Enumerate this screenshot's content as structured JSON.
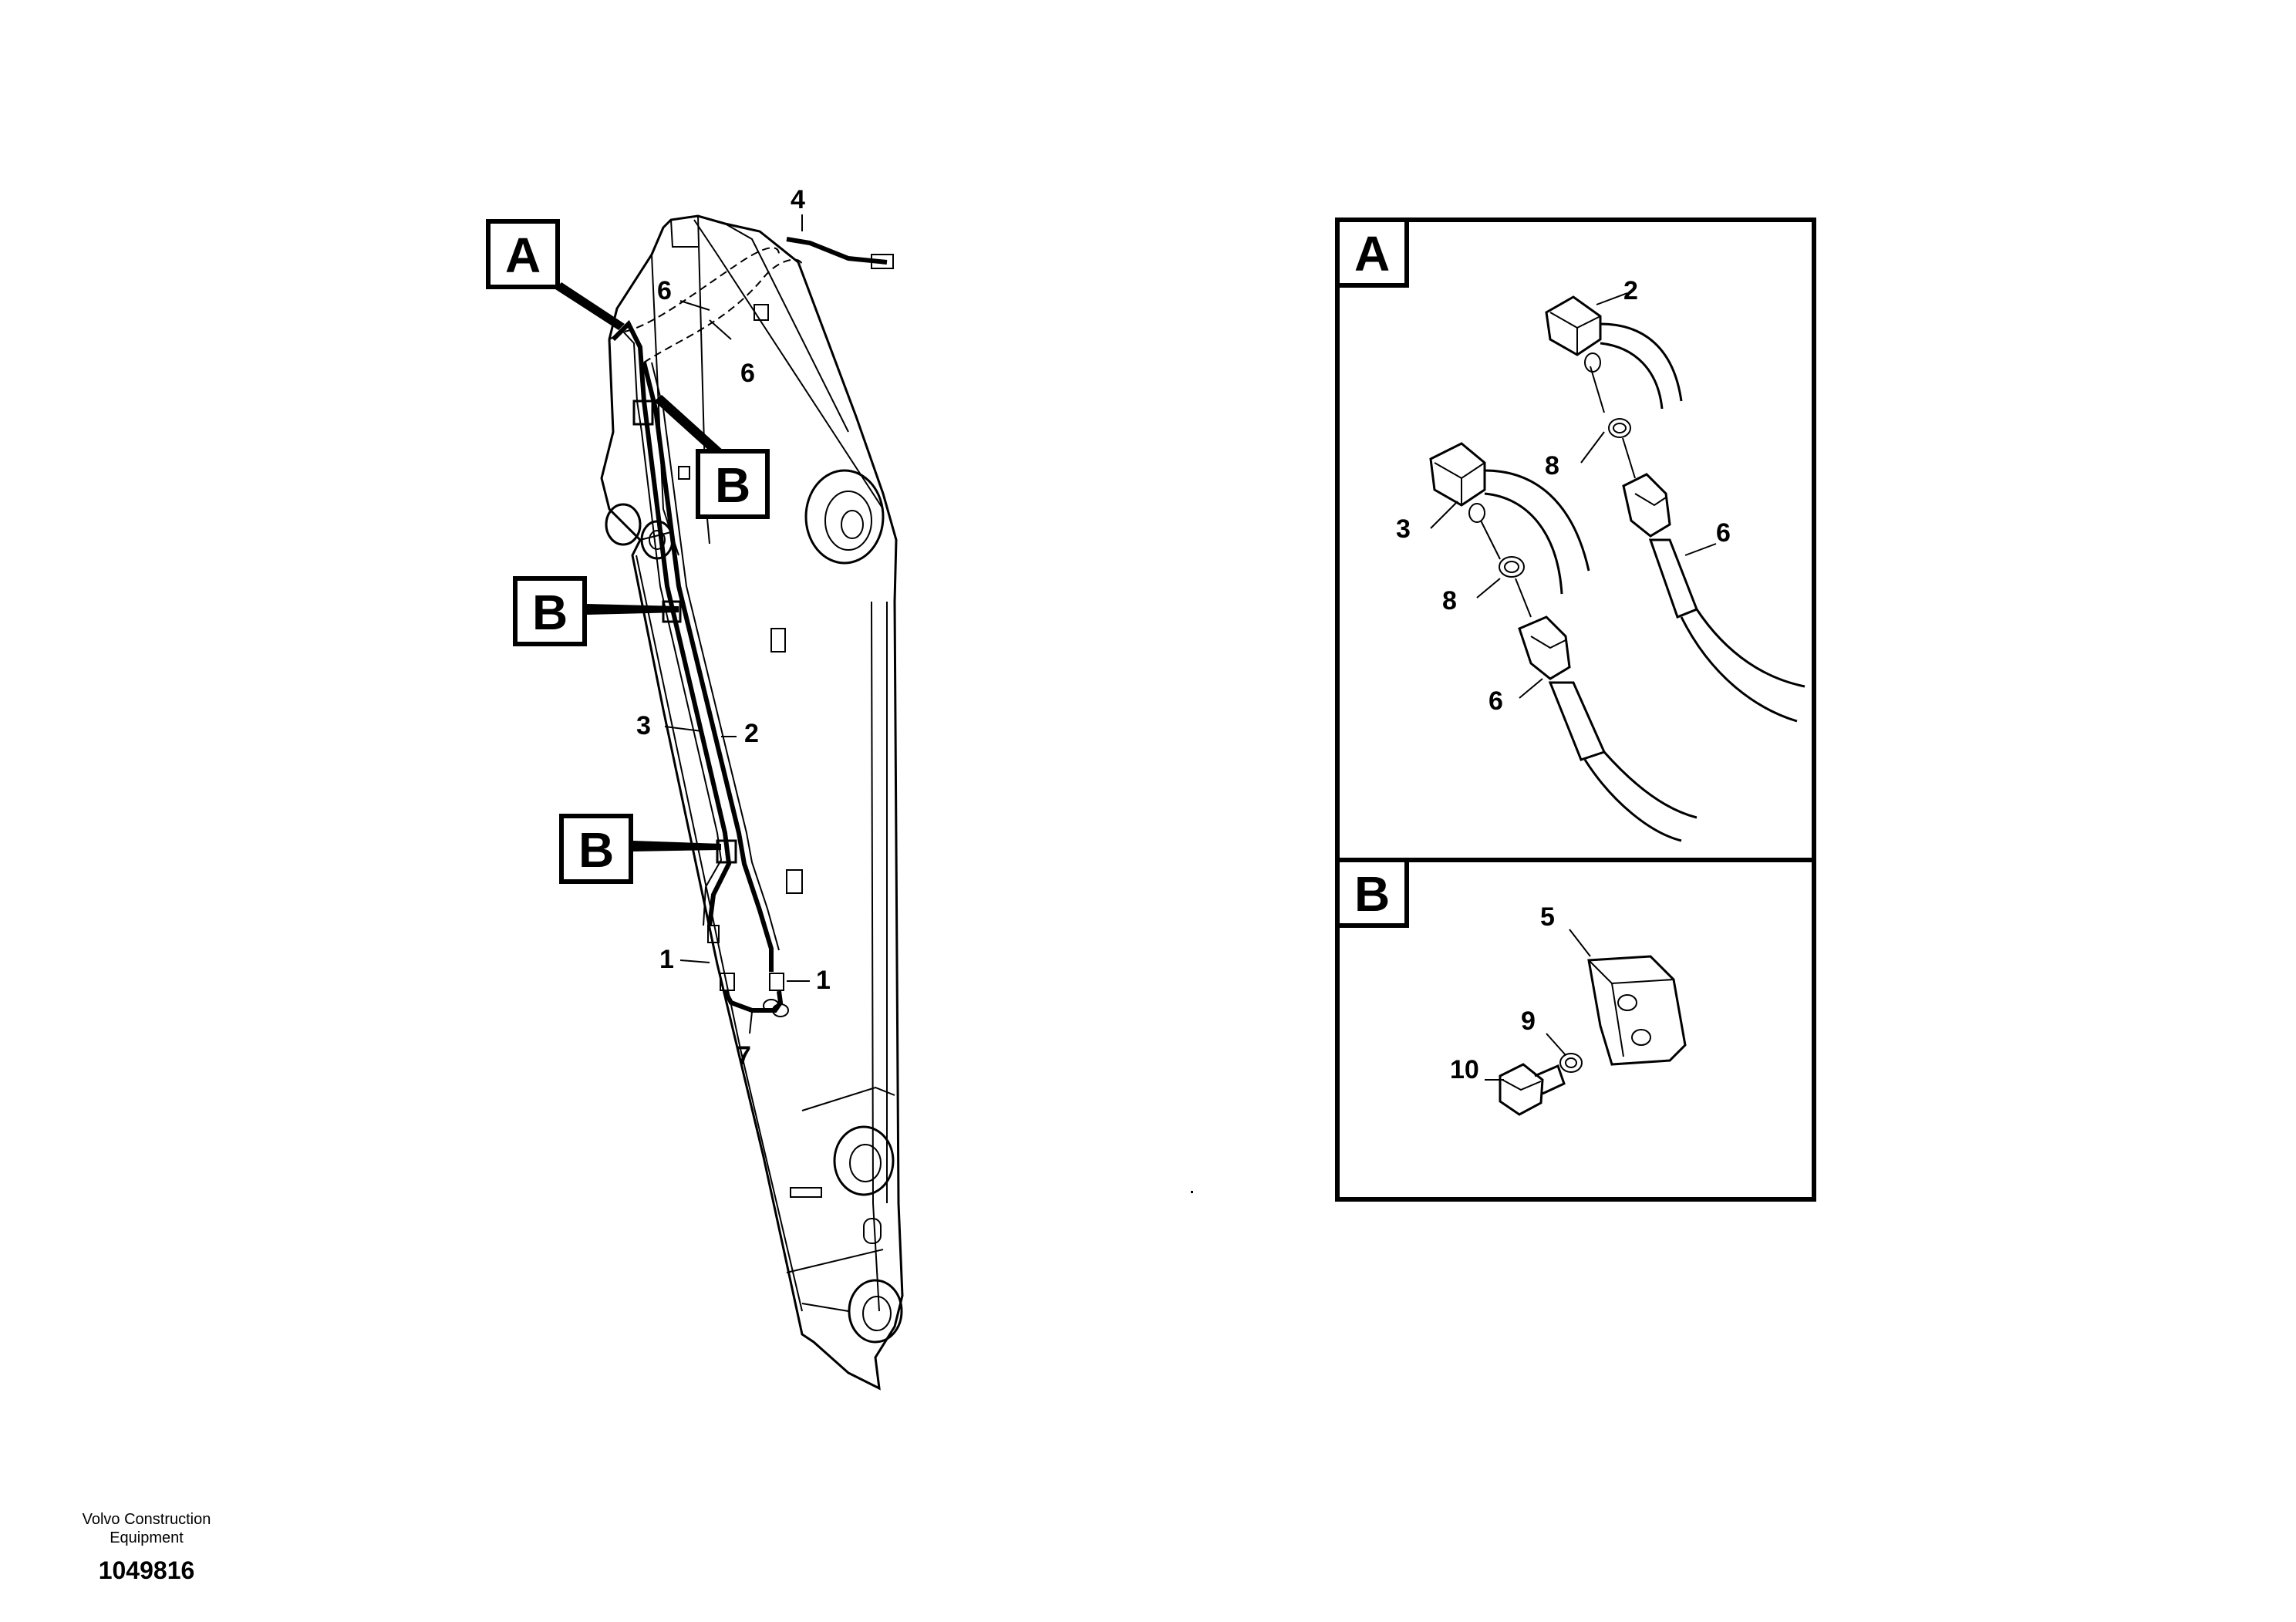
{
  "callouts": {
    "c1a": "1",
    "c1b": "1",
    "c2": "2",
    "c3": "3",
    "c4": "4",
    "c6a": "6",
    "c6b": "6",
    "c7": "7",
    "a2": "2",
    "a3": "3",
    "a8a": "8",
    "a8b": "8",
    "a6a": "6",
    "a6b": "6",
    "b5": "5",
    "b9": "9",
    "b10": "10"
  },
  "detail_tags": {
    "a_main": "A",
    "b_main_1": "B",
    "b_main_2": "B",
    "b_main_3": "B",
    "a_panel": "A",
    "b_panel": "B"
  },
  "footer": {
    "brand_line1": "Volvo Construction",
    "brand_line2": "Equipment",
    "doc_number": "1049816"
  }
}
